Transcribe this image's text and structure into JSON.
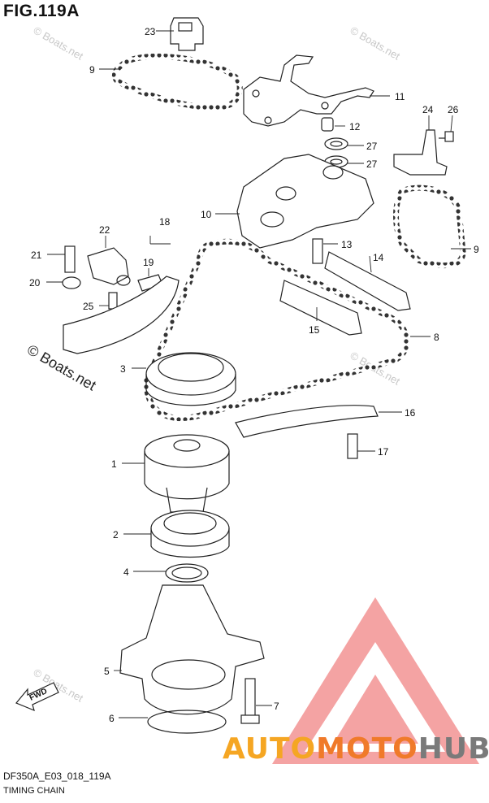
{
  "figure": {
    "title": "FIG.119A",
    "code": "DF350A_E03_018_119A",
    "name": "TIMING CHAIN"
  },
  "watermark": {
    "copyright": "© Boats.net",
    "faint": "© Boats.net"
  },
  "brand": {
    "part1": "AUTO",
    "part2": "MOTO",
    "part3": "HUB",
    "colors": {
      "auto": "#f5a623",
      "moto": "#f07a2a",
      "hub": "#7a7a7a",
      "triangle": "#f4a3a3"
    }
  },
  "direction": {
    "label": "FWD"
  },
  "parts": [
    {
      "ref": "1"
    },
    {
      "ref": "2"
    },
    {
      "ref": "3"
    },
    {
      "ref": "4"
    },
    {
      "ref": "5"
    },
    {
      "ref": "6"
    },
    {
      "ref": "7"
    },
    {
      "ref": "8"
    },
    {
      "ref": "9"
    },
    {
      "ref": "9"
    },
    {
      "ref": "10"
    },
    {
      "ref": "11"
    },
    {
      "ref": "12"
    },
    {
      "ref": "13"
    },
    {
      "ref": "14"
    },
    {
      "ref": "15"
    },
    {
      "ref": "16"
    },
    {
      "ref": "17"
    },
    {
      "ref": "18"
    },
    {
      "ref": "19"
    },
    {
      "ref": "20"
    },
    {
      "ref": "21"
    },
    {
      "ref": "22"
    },
    {
      "ref": "23"
    },
    {
      "ref": "24"
    },
    {
      "ref": "25"
    },
    {
      "ref": "26"
    },
    {
      "ref": "27"
    },
    {
      "ref": "27"
    }
  ]
}
